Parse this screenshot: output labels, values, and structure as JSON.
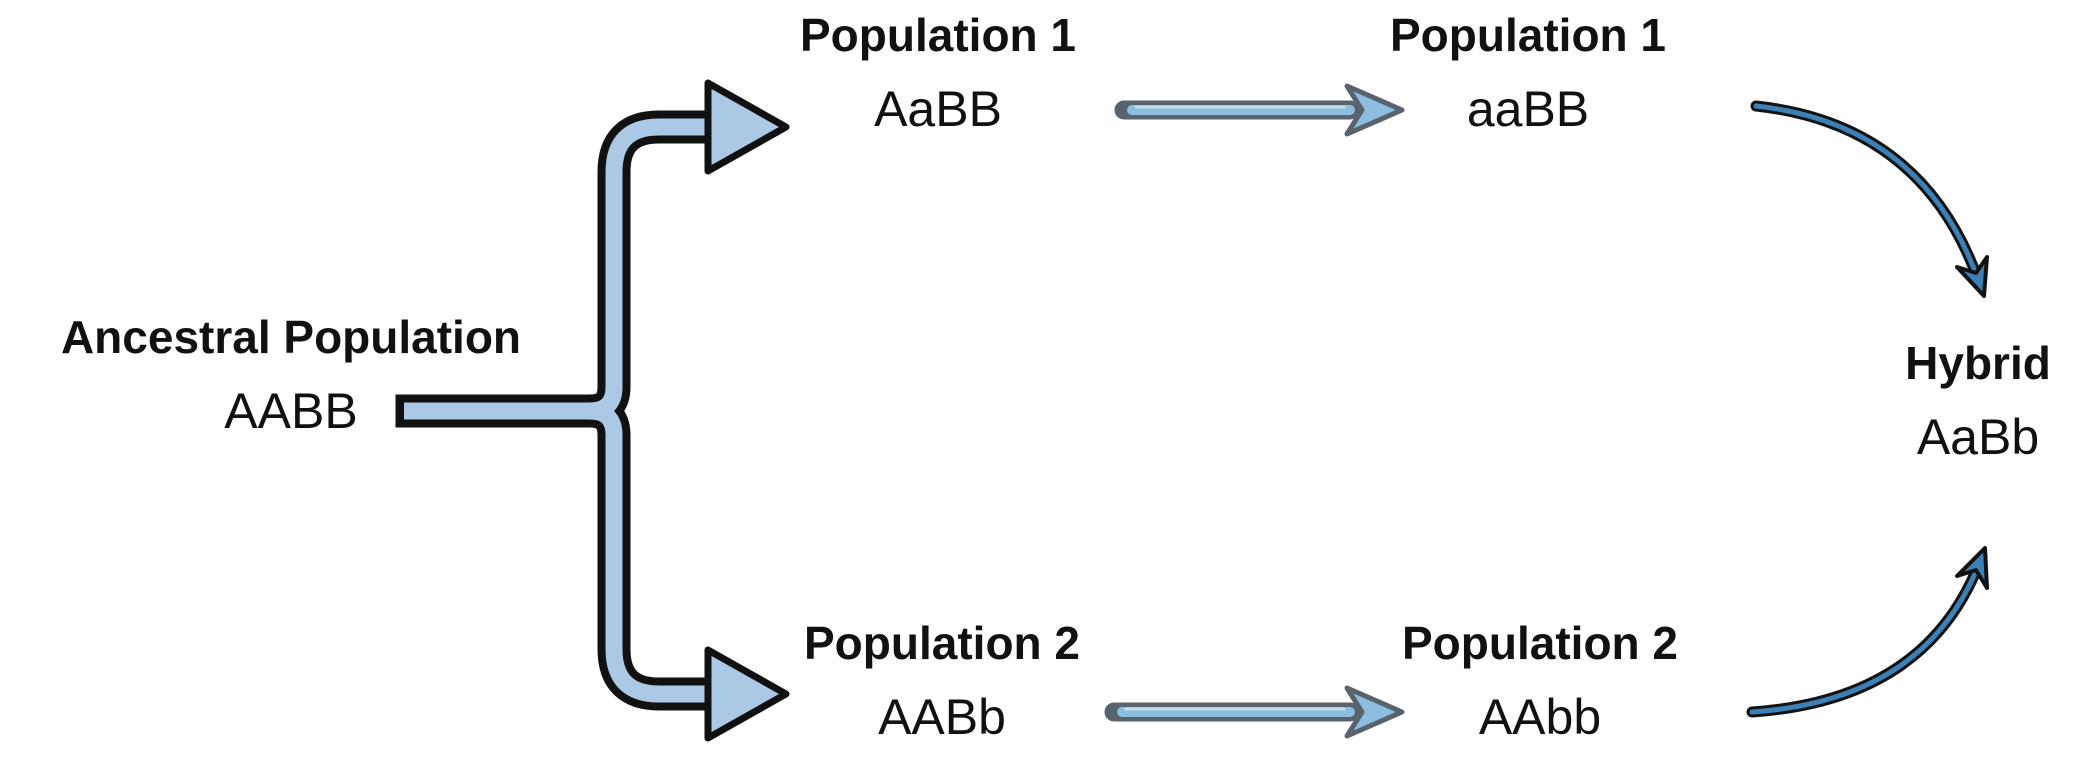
{
  "diagram": {
    "nodes": {
      "ancestral": {
        "label": "Ancestral Population",
        "genotype": "AABB"
      },
      "population1_initial": {
        "label": "Population 1",
        "genotype": "AaBB"
      },
      "population1_evolved": {
        "label": "Population 1",
        "genotype": "aaBB"
      },
      "population2_initial": {
        "label": "Population 2",
        "genotype": "AABb"
      },
      "population2_evolved": {
        "label": "Population 2",
        "genotype": "AAbb"
      },
      "hybrid": {
        "label": "Hybrid",
        "genotype": "AaBb"
      }
    },
    "edges": [
      {
        "from": "Ancestral Population (AABB)",
        "to": "Population 1 (AaBB)",
        "style": "branch-arrow"
      },
      {
        "from": "Ancestral Population (AABB)",
        "to": "Population 2 (AABb)",
        "style": "branch-arrow"
      },
      {
        "from": "Population 1 (AaBB)",
        "to": "Population 1 (aaBB)",
        "style": "straight-arrow"
      },
      {
        "from": "Population 2 (AABb)",
        "to": "Population 2 (AAbb)",
        "style": "straight-arrow"
      },
      {
        "from": "Population 1 (aaBB)",
        "to": "Hybrid (AaBb)",
        "style": "curved-arrow"
      },
      {
        "from": "Population 2 (AAbb)",
        "to": "Hybrid (AaBb)",
        "style": "curved-arrow"
      }
    ],
    "colors": {
      "background": "#ffffff",
      "text": "#111111",
      "branch_arrow_fill": "#abc9e5",
      "branch_arrow_outline": "#111111",
      "straight_arrow_fill": "#8dbedf",
      "straight_arrow_highlight": "#c2ddee",
      "straight_arrow_outline": "#59636e",
      "curved_arrow_fill": "#3c80b6",
      "curved_arrow_outline": "#121212"
    }
  }
}
